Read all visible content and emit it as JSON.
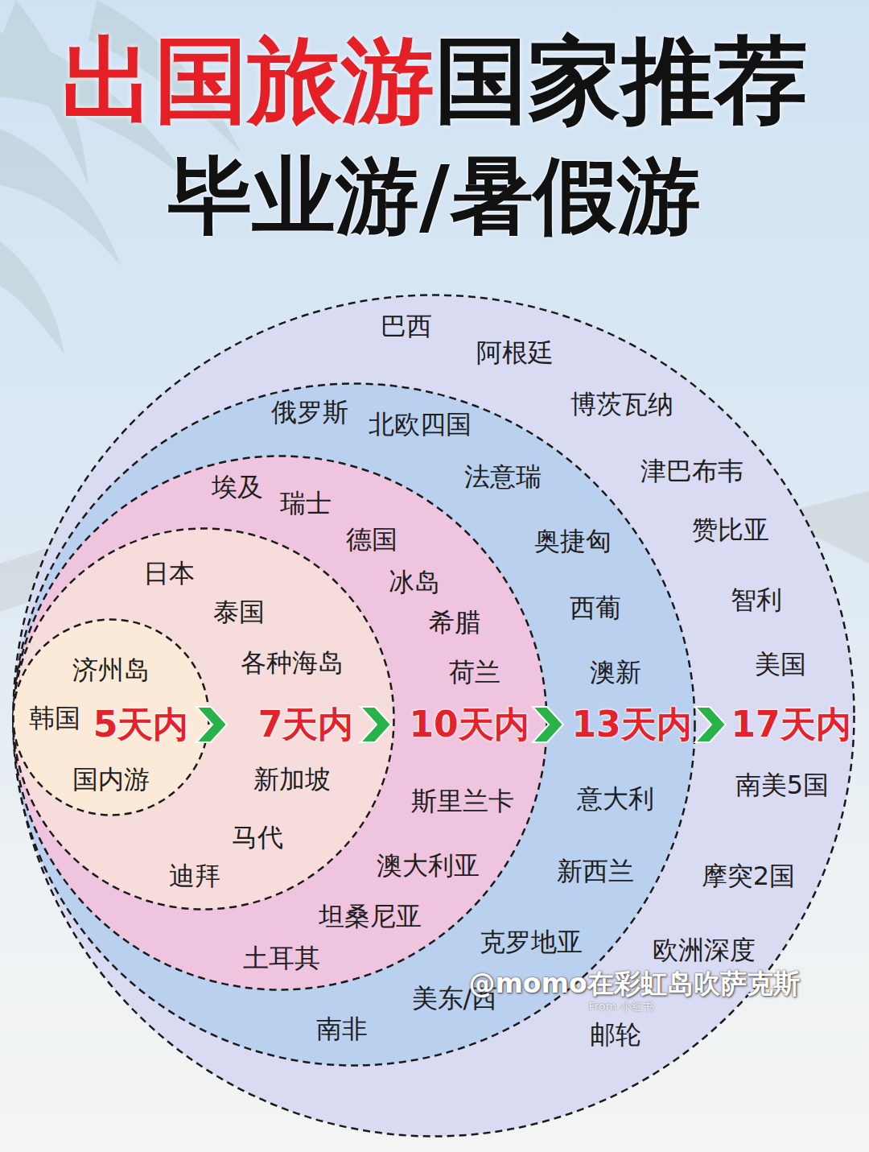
{
  "diagram": {
    "title": "出国旅游国家推荐",
    "nodes": [
      {
        "text": [
          "巴西",
          "阿根廷",
          "博茨瓦纳",
          "津巴布韦",
          "赞比亚",
          "智利",
          "美国",
          "17天内",
          "南美5国",
          "摩突2国",
          "欧洲深度",
          "邮轮"
        ]
      },
      {
        "text": [
          "俄罗斯",
          "北欧四国",
          "法意瑞",
          "奥捷匈",
          "西葡",
          "澳新",
          "13天内",
          "意大利",
          "新西兰",
          "克罗地亚",
          "美东/西",
          "南非"
        ],
        "in": 0
      },
      {
        "text": [
          "埃及",
          "瑞士",
          "德国",
          "冰岛",
          "希腊",
          "荷兰",
          "10天内",
          "斯里兰卡",
          "澳大利亚",
          "坦桑尼亚",
          "土耳其"
        ],
        "in": 1
      },
      {
        "text": [
          "日本",
          "泰国",
          "各种海岛",
          "7天内",
          "新加坡",
          "马代",
          "迪拜"
        ],
        "in": 2
      },
      {
        "text": [
          "济州岛",
          "韩国",
          "5天内",
          "国内游"
        ],
        "in": 3
      }
    ],
    "labels": [
      "毕业游/暑假游",
      "@momo在彩虹岛吹萨克斯",
      "From 小红书"
    ]
  }
}
